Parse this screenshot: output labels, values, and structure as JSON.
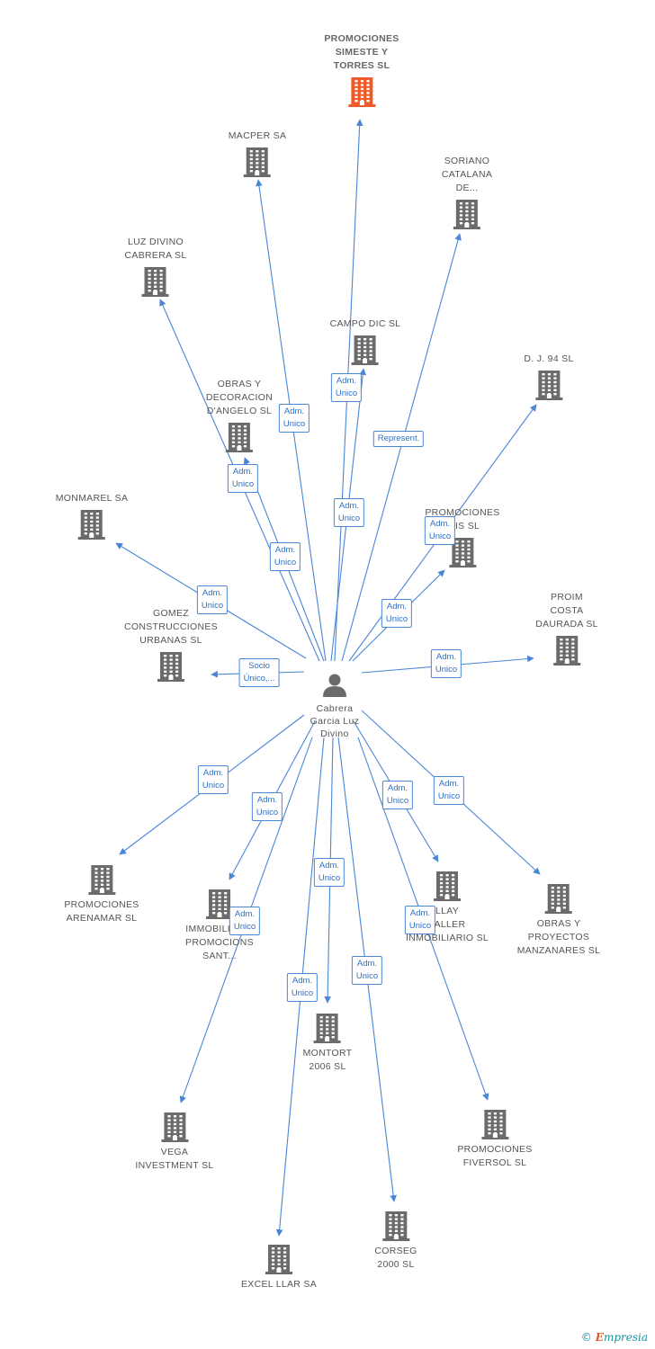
{
  "center": {
    "name": [
      "Cabrera",
      "Garcia Luz",
      "Divino"
    ]
  },
  "colors": {
    "edge": "#4a86d6",
    "building": "#6b6b6b",
    "main_building": "#f05a28"
  },
  "nodes": [
    {
      "id": "promo-simeste",
      "label": [
        "PROMOCIONES",
        "SIMESTE Y",
        "TORRES SL"
      ],
      "main": true
    },
    {
      "id": "macper",
      "label": [
        "MACPER SA"
      ]
    },
    {
      "id": "soriano",
      "label": [
        "SORIANO",
        "CATALANA",
        "DE..."
      ]
    },
    {
      "id": "luz-divino",
      "label": [
        "LUZ DIVINO",
        "CABRERA SL"
      ]
    },
    {
      "id": "campo-dic",
      "label": [
        "CAMPO DIC SL"
      ]
    },
    {
      "id": "dj94",
      "label": [
        "D. J. 94 SL"
      ]
    },
    {
      "id": "obras-decoracion",
      "label": [
        "OBRAS Y",
        "DECORACION",
        "D'ANGELO SL"
      ]
    },
    {
      "id": "monmarel",
      "label": [
        "MONMAREL SA"
      ]
    },
    {
      "id": "promo-iris",
      "label": [
        "PROMOCIONES",
        "IRIS SL"
      ]
    },
    {
      "id": "proim",
      "label": [
        "PROIM",
        "COSTA",
        "DAURADA SL"
      ]
    },
    {
      "id": "gomez",
      "label": [
        "GOMEZ",
        "CONSTRUCCIONES",
        "URBANAS SL"
      ]
    },
    {
      "id": "arenamar",
      "label": [
        "PROMOCIONES",
        "ARENAMAR SL"
      ]
    },
    {
      "id": "inmobiliaria-sant",
      "label": [
        "IMMOBILIARIA",
        "PROMOCIONS",
        "SANT..."
      ]
    },
    {
      "id": "llay",
      "label": [
        "LLAY",
        "TALLER",
        "INMOBILIARIO SL"
      ]
    },
    {
      "id": "manzanares",
      "label": [
        "OBRAS Y",
        "PROYECTOS",
        "MANZANARES SL"
      ]
    },
    {
      "id": "montort",
      "label": [
        "MONTORT",
        "2006 SL"
      ]
    },
    {
      "id": "vega",
      "label": [
        "VEGA",
        "INVESTMENT  SL"
      ]
    },
    {
      "id": "fiversol",
      "label": [
        "PROMOCIONES",
        "FIVERSOL SL"
      ]
    },
    {
      "id": "corseg",
      "label": [
        "CORSEG",
        "2000 SL"
      ]
    },
    {
      "id": "excel",
      "label": [
        "EXCEL LLAR SA"
      ]
    }
  ],
  "edges": [
    {
      "to": "promo-simeste",
      "label": [
        "Adm.",
        "Unico"
      ]
    },
    {
      "to": "macper",
      "label": [
        "Adm.",
        "Unico"
      ]
    },
    {
      "to": "soriano",
      "label": [
        "Represent."
      ]
    },
    {
      "to": "luz-divino",
      "label": [
        "Adm.",
        "Unico"
      ]
    },
    {
      "to": "campo-dic",
      "label": [
        "Adm.",
        "Unico"
      ]
    },
    {
      "to": "dj94",
      "label": [
        "Adm.",
        "Unico"
      ]
    },
    {
      "to": "obras-decoracion",
      "label": [
        "Adm.",
        "Unico"
      ]
    },
    {
      "to": "monmarel",
      "label": [
        "Adm.",
        "Unico"
      ]
    },
    {
      "to": "promo-iris",
      "label": [
        "Adm.",
        "Unico"
      ]
    },
    {
      "to": "proim",
      "label": [
        "Adm.",
        "Unico"
      ]
    },
    {
      "to": "gomez",
      "label": [
        "Socio",
        "Único,..."
      ]
    },
    {
      "to": "arenamar",
      "label": [
        "Adm.",
        "Unico"
      ]
    },
    {
      "to": "inmobiliaria-sant",
      "label": [
        "Adm.",
        "Unico"
      ]
    },
    {
      "to": "llay",
      "label": [
        "Adm.",
        "Unico"
      ]
    },
    {
      "to": "manzanares",
      "label": [
        "Adm.",
        "Unico"
      ]
    },
    {
      "to": "montort",
      "label": [
        "Adm.",
        "Unico"
      ]
    },
    {
      "to": "vega",
      "label": [
        "Adm.",
        "Unico"
      ]
    },
    {
      "to": "fiversol",
      "label": [
        "Adm.",
        "Unico"
      ]
    },
    {
      "to": "corseg",
      "label": [
        "Adm.",
        "Unico"
      ]
    },
    {
      "to": "excel",
      "label": [
        "Adm.",
        "Unico"
      ]
    }
  ],
  "footer": {
    "copyright": "©",
    "brand_e": "E",
    "brand_rest": "mpresia"
  }
}
